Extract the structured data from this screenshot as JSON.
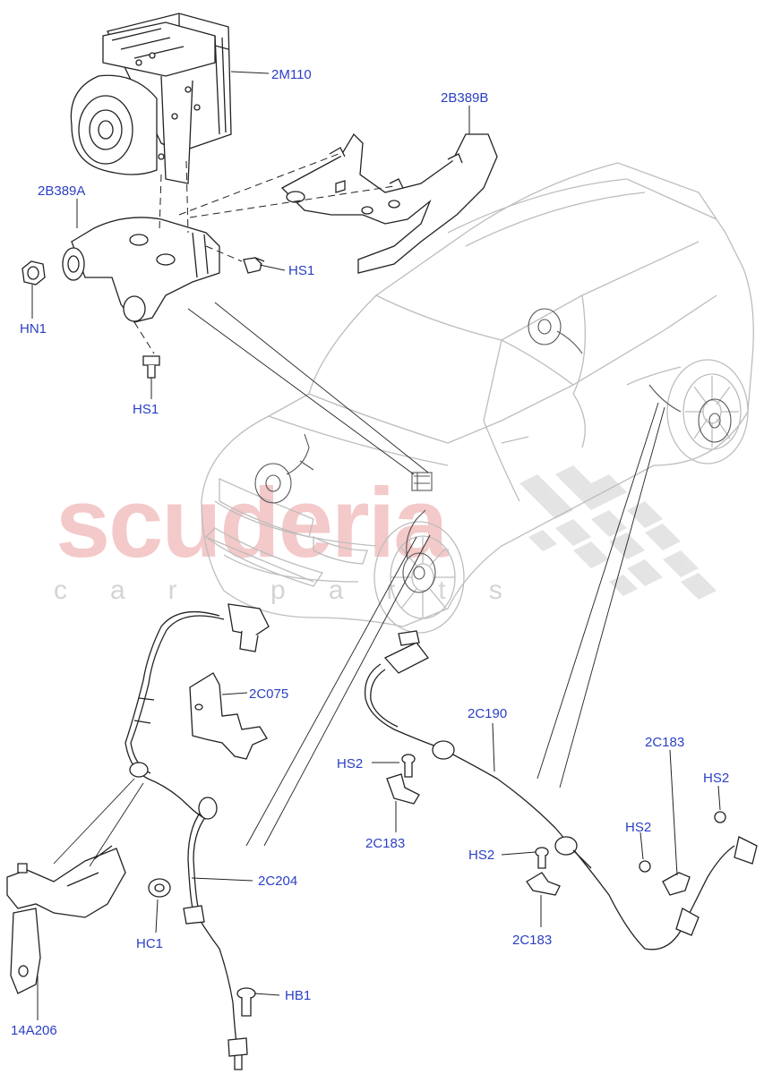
{
  "watermark": {
    "brand": "scuderia",
    "sub": "car parts"
  },
  "labels": {
    "2M110": "2M110",
    "2B389B": "2B389B",
    "2B389A": "2B389A",
    "HS1_a": "HS1",
    "HS1_b": "HS1",
    "HN1": "HN1",
    "2C075": "2C075",
    "2C190": "2C190",
    "HS2_a": "HS2",
    "HS2_b": "HS2",
    "HS2_c": "HS2",
    "HS2_d": "HS2",
    "2C183_a": "2C183",
    "2C183_b": "2C183",
    "2C183_c": "2C183",
    "2C204": "2C204",
    "HC1": "HC1",
    "HB1": "HB1",
    "14A206": "14A206"
  },
  "colors": {
    "label": "#2b3fc4",
    "line": "#222222",
    "vehicle": "#bdbdbd",
    "watermark_red": "#f4c9c9",
    "watermark_gray": "#d4d4d4"
  }
}
